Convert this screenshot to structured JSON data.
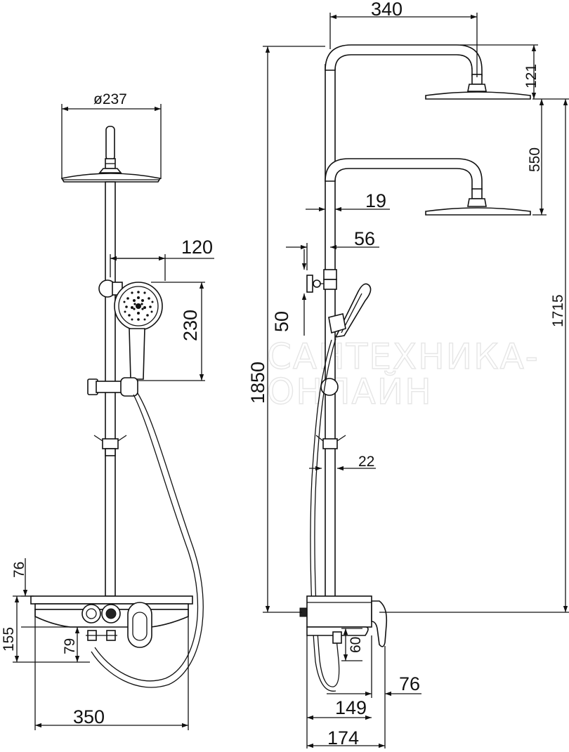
{
  "watermark": {
    "line1": "САНТЕХНИКА-",
    "line2": "ОНЛАЙН"
  },
  "front_view": {
    "head_diameter": "ø237",
    "handshower_offset": "120",
    "handshower_height": "230",
    "top_to_panel": "76",
    "panel_height": "155",
    "spout_height": "79",
    "total_width": "350"
  },
  "side_view": {
    "arm_reach": "340",
    "head_drop": "121",
    "head_spacing": "550",
    "pipe_diameter": "19",
    "bracket_offset": "56",
    "bracket_height": "50",
    "total_height": "1850",
    "head_height": "1715",
    "hose_offset": "22",
    "spout_drop": "60",
    "lever_depth": "76",
    "body_depth": "149",
    "total_depth": "174"
  }
}
